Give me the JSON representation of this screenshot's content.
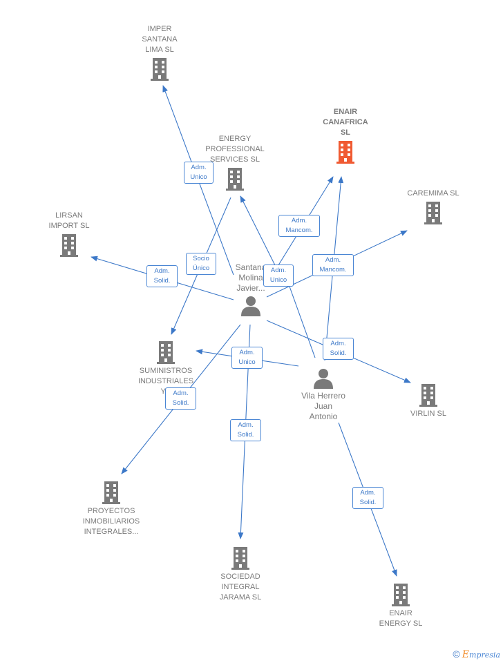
{
  "colors": {
    "edge": "#3c78c8",
    "building": "#7a7a7a",
    "main_building": "#f05a32",
    "person": "#7a7a7a"
  },
  "companies": {
    "imper": "IMPER\nSANTANA\nLIMA  SL",
    "enair_canafrica": "ENAIR\nCANAFRICA\nSL",
    "energy_professional": "ENERGY\nPROFESSIONAL\nSERVICES  SL",
    "caremima": "CAREMIMA SL",
    "lirsan": "LIRSAN\nIMPORT SL",
    "suministros": "SUMINISTROS\nINDUSTRIALES\nY...",
    "virlin": "VIRLIN SL",
    "proyectos": "PROYECTOS\nINMOBILIARIOS\nINTEGRALES...",
    "sociedad": "SOCIEDAD\nINTEGRAL\nJARAMA SL",
    "enair_energy": "ENAIR\nENERGY  SL"
  },
  "persons": {
    "santana": "Santana\nMolina\nJavier...",
    "vila": "Vila Herrero\nJuan\nAntonio"
  },
  "tags": {
    "t1": "Adm.\nUnico",
    "t2": "Socio\nÚnico",
    "t3": "Adm.\nSolid.",
    "t4": "Adm.\nMancom.",
    "t5": "Adm.\nUnico",
    "t6": "Adm.\nMancom.",
    "t7": "Adm.\nSolid.",
    "t8": "Adm.\nUnico",
    "t9": "Adm.\nSolid.",
    "t10": "Adm.\nSolid.",
    "t11": "Adm.\nSolid."
  },
  "footer": {
    "copyright": "©",
    "brand_initial": "E",
    "brand_rest": "mpresia"
  }
}
